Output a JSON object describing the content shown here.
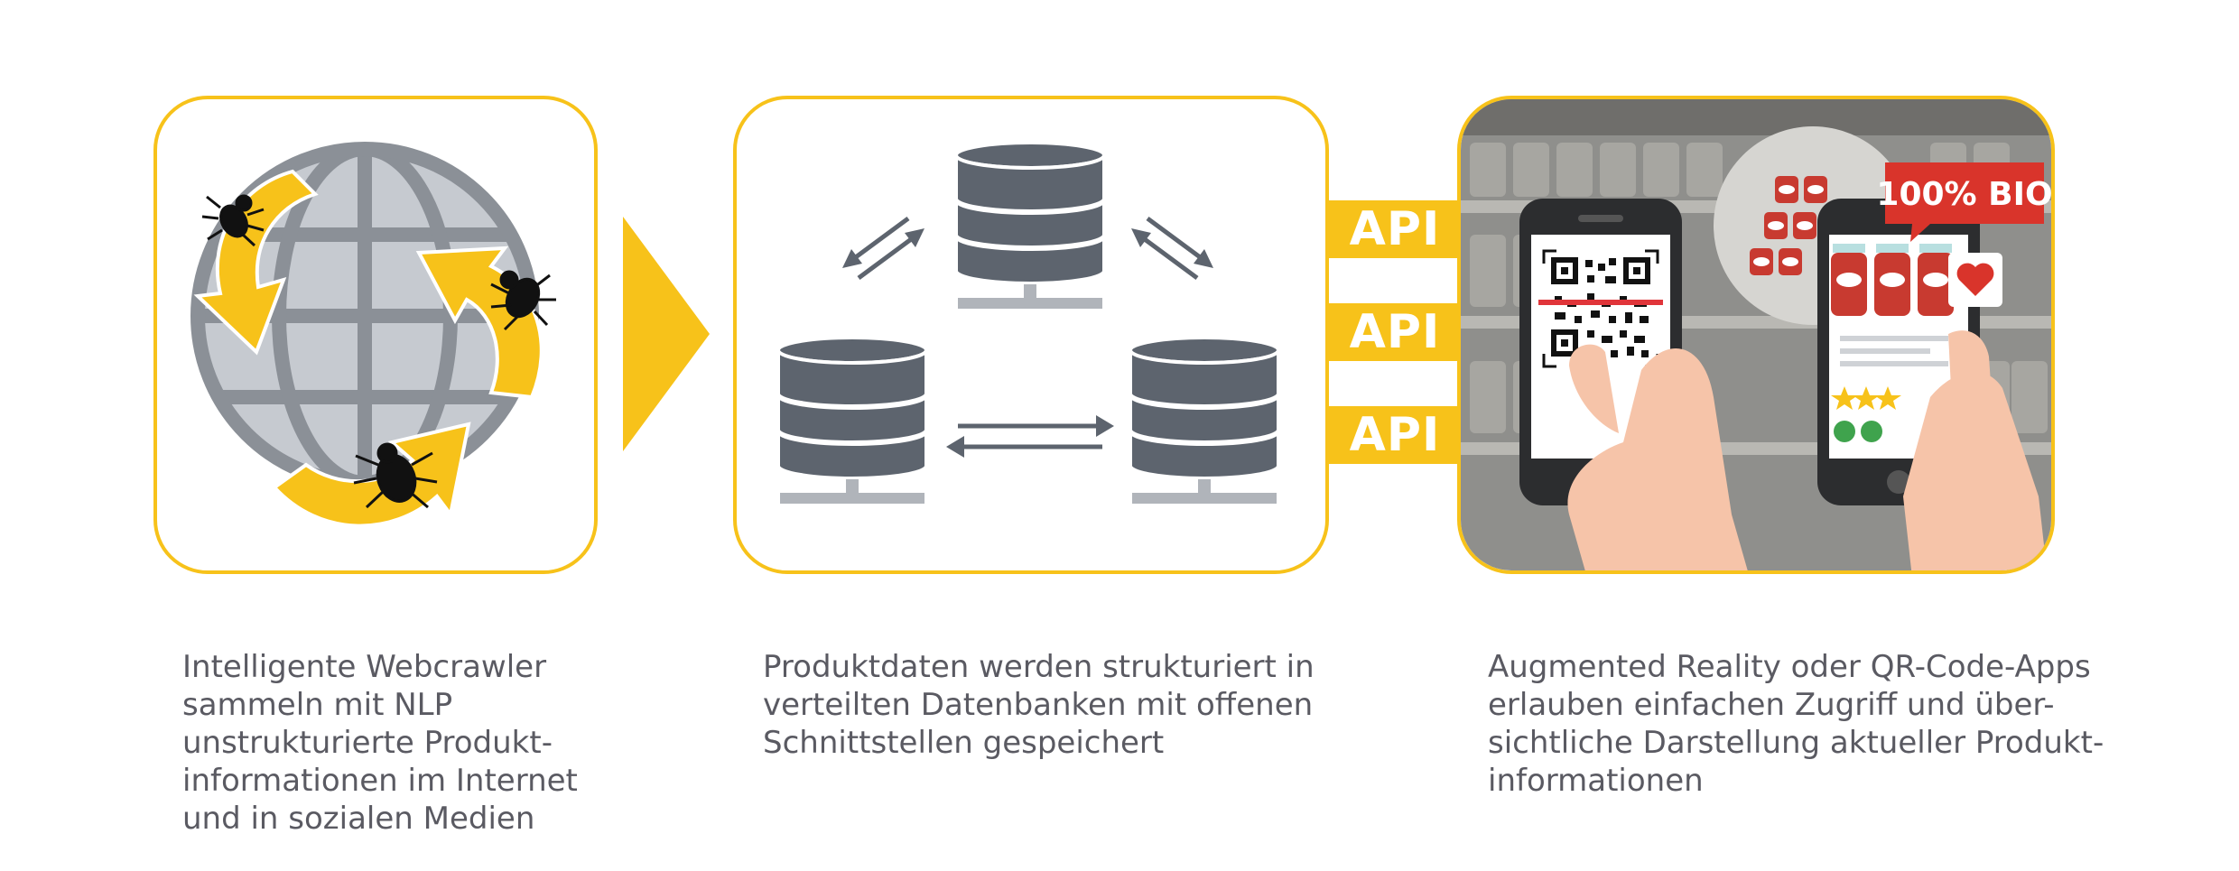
{
  "panels": {
    "crawler": {
      "caption": [
        "Intelligente Webcrawler",
        "sammeln mit NLP",
        "unstrukturierte Produkt-",
        "informationen im Internet",
        "und in sozialen Medien"
      ]
    },
    "databases": {
      "caption": [
        "Produktdaten werden strukturiert in",
        "verteilten Datenbanken mit offenen",
        "Schnittstellen gespeichert"
      ]
    },
    "apps": {
      "caption": [
        "Augmented Reality oder QR-Code-Apps",
        "erlauben einfachen Zugriff und über-",
        "sichtliche Darstellung aktueller Produkt-",
        "informationen"
      ],
      "badge": "100% BIO"
    }
  },
  "api_labels": [
    "API",
    "API",
    "API"
  ],
  "colors": {
    "accent": "#f7c21a",
    "globe": "#c6cad0",
    "globe_lines": "#8b9097",
    "database": "#5d646e",
    "text": "#5a5a62",
    "badge": "#d9342b",
    "skin": "#f6c4a9"
  },
  "icons": [
    "globe-icon",
    "spider-icon",
    "cycle-arrow-icon",
    "database-icon",
    "bidirectional-arrow-icon",
    "smartphone-icon",
    "qr-code-icon",
    "heart-icon",
    "star-icon"
  ]
}
